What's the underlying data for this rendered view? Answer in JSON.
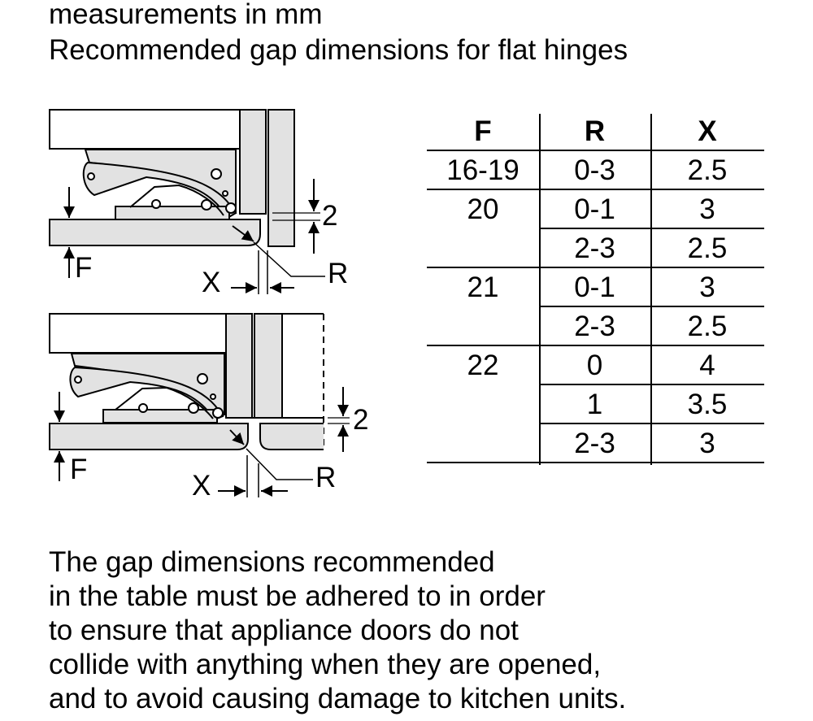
{
  "header": {
    "line1": "measurements in mm",
    "line2": "Recommended gap dimensions for flat hinges"
  },
  "diagram_labels": {
    "F": "F",
    "X": "X",
    "R": "R",
    "gap": "2"
  },
  "table": {
    "headers": [
      "F",
      "R",
      "X"
    ],
    "rows": [
      {
        "F": "16-19",
        "R": "0-3",
        "X": "2.5"
      },
      {
        "F": "20",
        "R": "0-1",
        "X": "3"
      },
      {
        "F": "",
        "R": "2-3",
        "X": "2.5"
      },
      {
        "F": "21",
        "R": "0-1",
        "X": "3"
      },
      {
        "F": "",
        "R": "2-3",
        "X": "2.5"
      },
      {
        "F": "22",
        "R": "0",
        "X": "4"
      },
      {
        "F": "",
        "R": "1",
        "X": "3.5"
      },
      {
        "F": "",
        "R": "2-3",
        "X": "3"
      }
    ]
  },
  "note": {
    "lines": [
      "The gap dimensions recommended",
      "in the table must be adhered to in order",
      "to ensure that appliance doors do not",
      "collide with anything when they are opened,",
      "and to avoid causing damage to kitchen units."
    ]
  }
}
